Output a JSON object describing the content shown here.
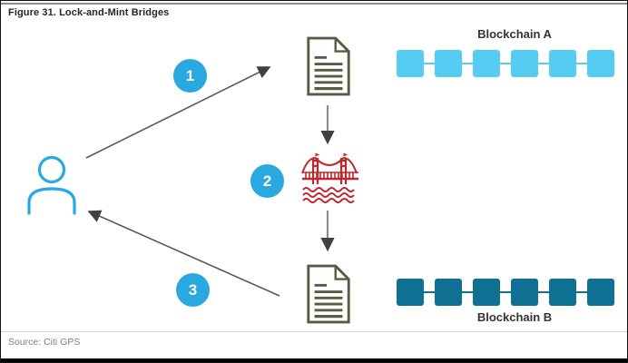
{
  "figure": {
    "title": "Figure 31. Lock-and-Mint Bridges",
    "source": "Source: Citi GPS"
  },
  "steps": [
    {
      "label": "1"
    },
    {
      "label": "2"
    },
    {
      "label": "3"
    }
  ],
  "blockchains": {
    "a": {
      "label": "Blockchain A",
      "blocks": 6,
      "color": "#55CCF2"
    },
    "b": {
      "label": "Blockchain B",
      "blocks": 6,
      "color": "#0E7092"
    }
  },
  "icons": {
    "user": "user-icon",
    "document_top": "document-icon",
    "bridge": "bridge-icon",
    "document_bottom": "document-icon"
  },
  "colors": {
    "accent_cyan": "#29A9E0",
    "chain_a_blue": "#55CCF2",
    "chain_b_teal": "#0E7092",
    "bridge_red": "#C1272D",
    "document_olive": "#5B5A43",
    "arrow_gray": "#595959",
    "title_text": "#262626",
    "source_text": "#808080"
  }
}
